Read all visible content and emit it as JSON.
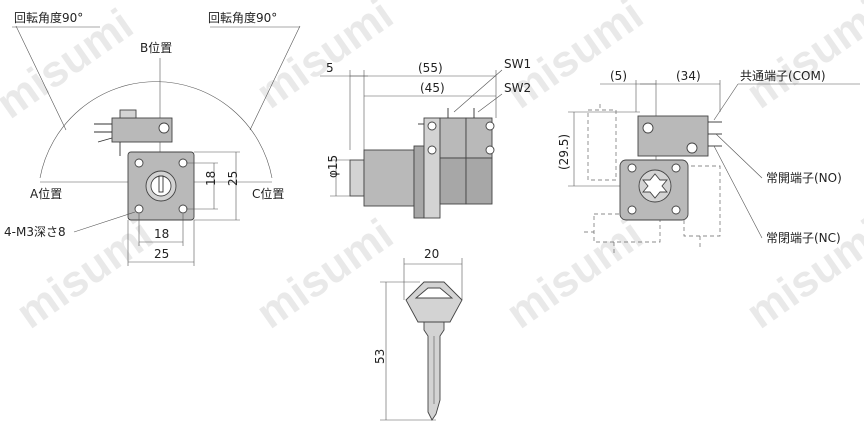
{
  "front_view": {
    "rot_left": "回転角度90°",
    "rot_right": "回転角度90°",
    "pos_b": "B位置",
    "pos_a": "A位置",
    "pos_c": "C位置",
    "screw": "4-M3深さ8",
    "dim_18v": "18",
    "dim_25v": "25",
    "dim_18h": "18",
    "dim_25h": "25"
  },
  "side_view": {
    "dim_5": "5",
    "dim_55": "(55)",
    "dim_45": "(45)",
    "sw1": "SW1",
    "sw2": "SW2",
    "dia": "φ15"
  },
  "rear_view": {
    "dim_5": "(5)",
    "dim_34": "(34)",
    "dim_295": "(29.5)",
    "com": "共通端子(COM)",
    "no": "常開端子(NO)",
    "nc": "常閉端子(NC)"
  },
  "key_view": {
    "dim_20": "20",
    "dim_53": "53"
  },
  "watermark": {
    "text": "misumi"
  }
}
